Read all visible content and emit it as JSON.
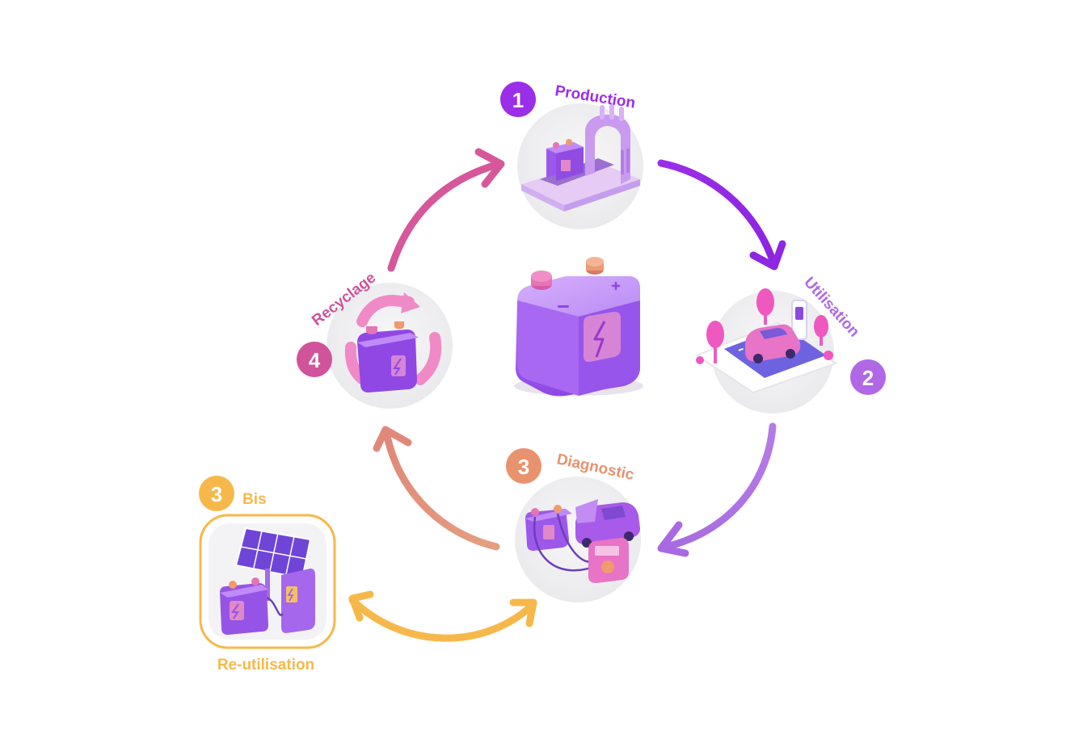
{
  "stages": {
    "production": {
      "number": "1",
      "label": "Production",
      "color": "#9b2ee8"
    },
    "utilisation": {
      "number": "2",
      "label": "Utilisation",
      "color": "#b068e6"
    },
    "diagnostic": {
      "number": "3",
      "label": "Diagnostic",
      "color": "#e8936e"
    },
    "recyclage": {
      "number": "4",
      "label": "Recyclage",
      "color": "#d0539b"
    },
    "reutilisation": {
      "number": "3",
      "suffix": "Bis",
      "label": "Re-utilisation",
      "color": "#f7b84b"
    }
  },
  "icons": {
    "center": "battery-icon",
    "production": "factory-icon",
    "utilisation": "electric-car-charging-icon",
    "diagnostic": "battery-tester-icon",
    "recyclage": "recycle-battery-icon",
    "reutilisation": "solar-panel-battery-icon"
  },
  "colors": {
    "battery_body": "#a35cf0",
    "battery_top": "#c08bf8",
    "terminal_pink": "#e86fb0",
    "terminal_orange": "#f09a6e",
    "disc_gray": "#efeff1"
  }
}
